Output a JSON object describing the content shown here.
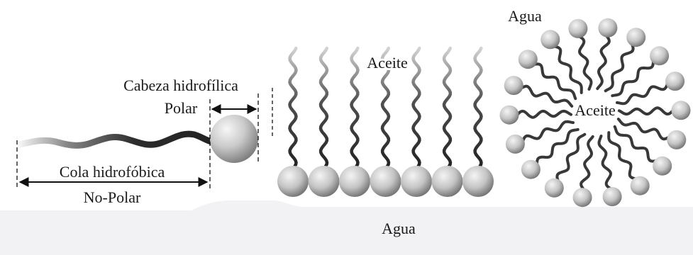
{
  "labels": {
    "head_hydrophilic": "Cabeza hidrofílica",
    "head_polar": "Polar",
    "tail_hydrophobic": "Cola hidrofóbica",
    "tail_nonpolar": "No-Polar",
    "monolayer_oil": "Aceite",
    "water_bottom": "Agua",
    "micelle_water": "Agua",
    "micelle_oil": "Aceite"
  },
  "colors": {
    "background": "#ffffff",
    "water_region": "#f2f2f4",
    "tail": "#222222",
    "line": "#111111"
  },
  "monolayer_molecule_count": 7,
  "micelle_molecule_count": 18
}
